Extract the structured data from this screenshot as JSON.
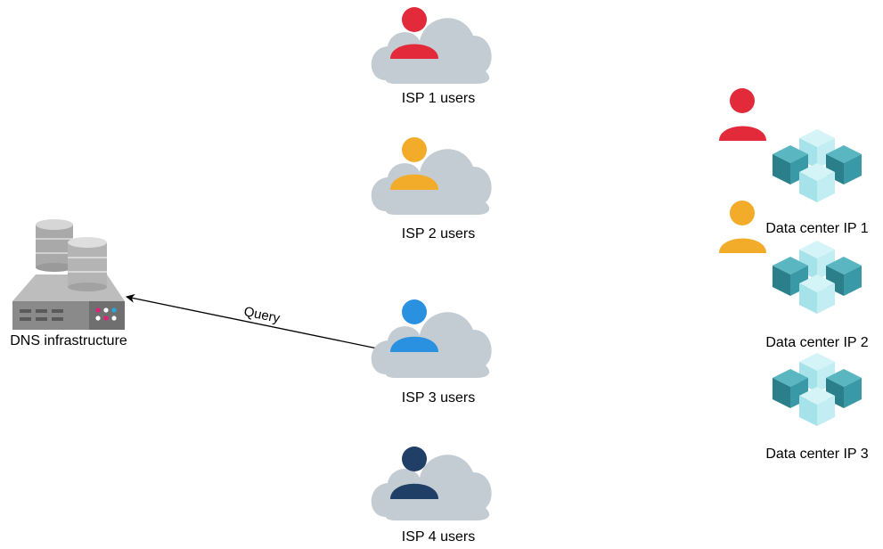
{
  "labels": {
    "dns": "DNS infrastructure",
    "query": "Query",
    "isp1": "ISP 1 users",
    "isp2": "ISP 2 users",
    "isp3": "ISP 3 users",
    "isp4": "ISP 4 users",
    "dc1": "Data center IP 1",
    "dc2": "Data center IP 2",
    "dc3": "Data center IP 3"
  },
  "icons": {
    "dns": "server-rack-icon",
    "cloud": "cloud-icon",
    "user": "user-icon",
    "datacenter": "cubes-cluster-icon"
  },
  "colors": {
    "isp1": "#e22a3a",
    "isp2": "#f2ac2a",
    "isp3": "#2a90e0",
    "isp4": "#1f3f66",
    "cloud": "#c3ccd3",
    "cube_dark": "#2e8c99",
    "cube_light": "#b2eaf0"
  }
}
